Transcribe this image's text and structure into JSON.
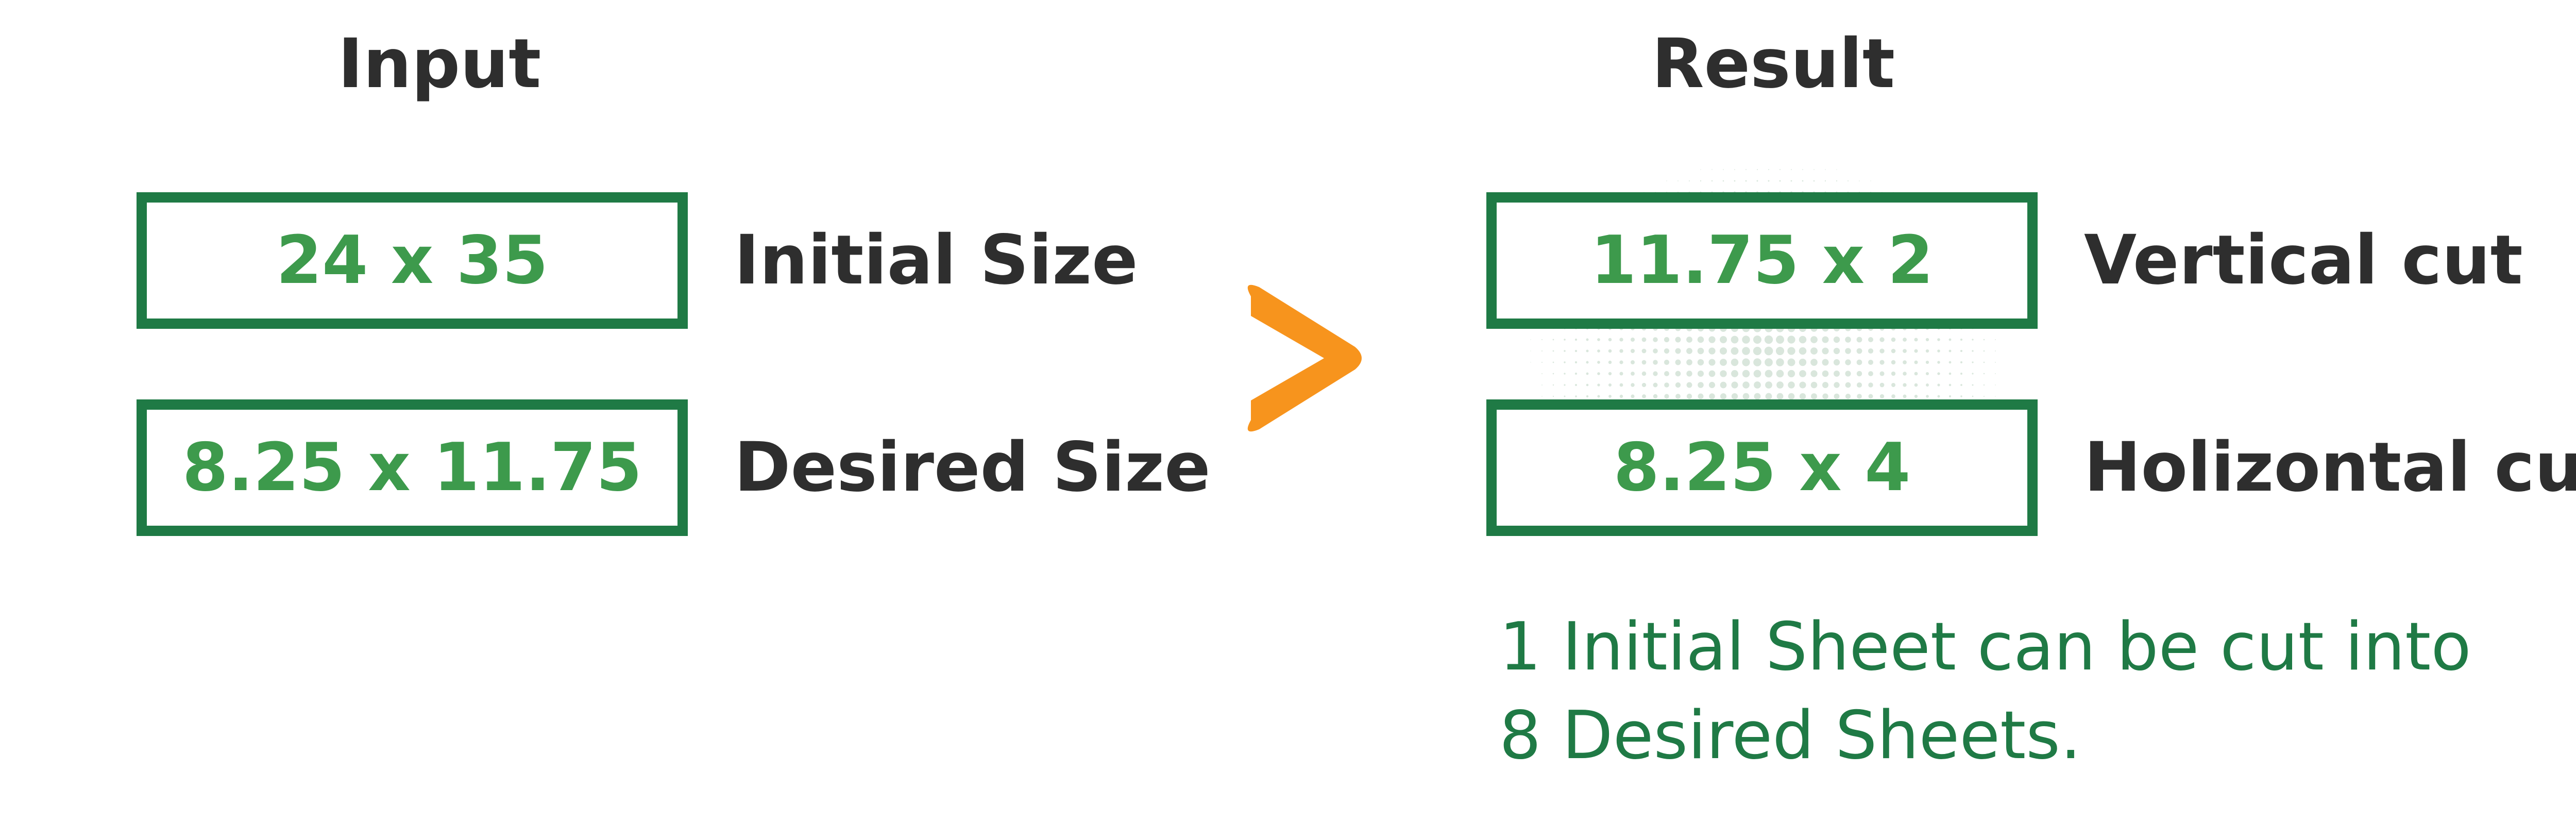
{
  "input": {
    "heading": "Input",
    "rows": [
      {
        "value": "24 x 35",
        "label": "Initial Size"
      },
      {
        "value": "8.25 x 11.75",
        "label": "Desired Size"
      }
    ]
  },
  "result": {
    "heading": "Result",
    "rows": [
      {
        "value": "11.75 x 2",
        "label": "Vertical cut"
      },
      {
        "value": "8.25 x 4",
        "label": "Holizontal cut"
      }
    ],
    "summary_lines": [
      "1 Initial Sheet can be cut into",
      "8 Desired Sheets."
    ]
  },
  "colors": {
    "box_border": "#1f7a45",
    "box_text": "#3d9a4c",
    "label_text": "#2e2e2e",
    "summary_text": "#1f7a45",
    "arrow": "#f7941d",
    "halftone": "#d9e6dc"
  },
  "icons": {
    "arrow": "chevron-right-icon"
  }
}
